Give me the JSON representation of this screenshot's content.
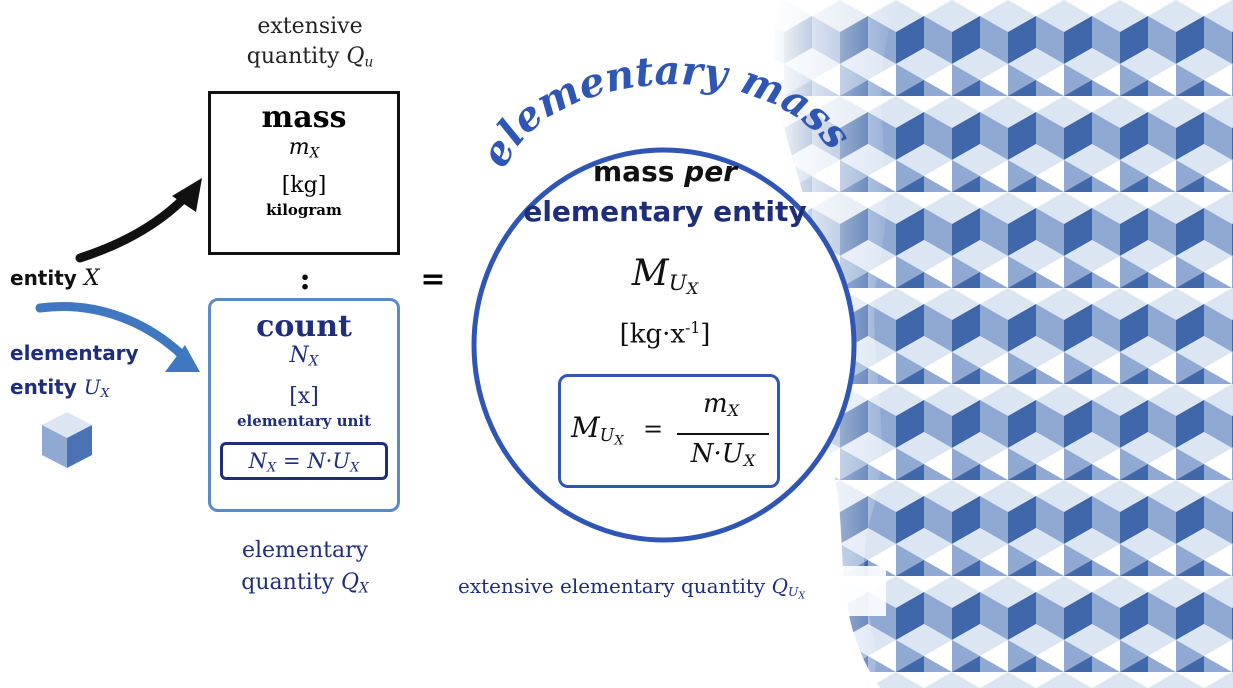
{
  "colors": {
    "navy": "#1f2e7a",
    "blue": "#2f56b4",
    "cube_light": "#dce6f3",
    "cube_mid": "#8fa9d2",
    "cube_dark": "#3f67a9"
  },
  "top_label": {
    "line1": "extensive",
    "line2_prefix": "quantity",
    "symbol": "Q",
    "sub": "u"
  },
  "mass_box": {
    "title": "mass",
    "symbol": "m",
    "sub": "X",
    "unit": "[kg]",
    "unit_name": "kilogram"
  },
  "divide": ":",
  "equals": "=",
  "entity": {
    "label": "entity",
    "symbol": "X"
  },
  "elementary_entity": {
    "line1": "elementary",
    "line2": "entity",
    "symbol": "U",
    "sub": "X"
  },
  "count_box": {
    "title": "count",
    "symbol": "N",
    "sub": "X",
    "unit": "[x]",
    "unit_name": "elementary unit",
    "formula_lhs": "N",
    "formula_lhs_sub": "X",
    "formula_eq": "=",
    "formula_rhs": "N·U",
    "formula_rhs_sub": "X"
  },
  "bottom_label": {
    "line1": "elementary",
    "line2_prefix": "quantity",
    "symbol": "Q",
    "sub": "X"
  },
  "ellipse": {
    "arc_title": "elementary mass",
    "heading_part1": "mass",
    "heading_part2": "per",
    "heading_line2": "elementary entity",
    "symbol": "M",
    "sub_main": "U",
    "sub_sub": "X",
    "unit_base": "[kg·x",
    "unit_exp": "-1",
    "unit_close": "]",
    "formula_lhs": "M",
    "formula_lhs_sub": "U",
    "formula_lhs_subsub": "X",
    "formula_eq": "=",
    "numerator": "m",
    "numerator_sub": "X",
    "denominator": "N·U",
    "denominator_sub": "X"
  },
  "footer": {
    "text": "extensive elementary quantity",
    "symbol": "Q",
    "sub_main": "U",
    "sub_sub": "X"
  }
}
